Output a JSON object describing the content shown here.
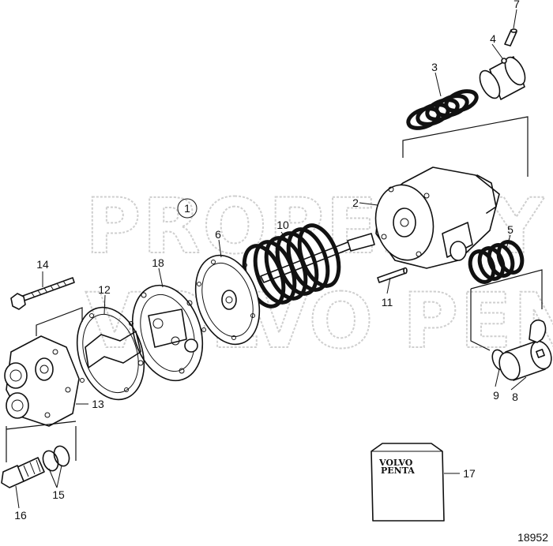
{
  "watermark": {
    "line1": "PROPERTY OF",
    "line2": "VOLVO PENTA"
  },
  "reference_number": "18952",
  "assembly_marker": "1",
  "callouts": [
    {
      "id": "2",
      "label": "2"
    },
    {
      "id": "3",
      "label": "3"
    },
    {
      "id": "4",
      "label": "4"
    },
    {
      "id": "5",
      "label": "5"
    },
    {
      "id": "6",
      "label": "6"
    },
    {
      "id": "7",
      "label": "7"
    },
    {
      "id": "8",
      "label": "8"
    },
    {
      "id": "9",
      "label": "9"
    },
    {
      "id": "10",
      "label": "10"
    },
    {
      "id": "11",
      "label": "11"
    },
    {
      "id": "12",
      "label": "12"
    },
    {
      "id": "13",
      "label": "13"
    },
    {
      "id": "14",
      "label": "14"
    },
    {
      "id": "15",
      "label": "15"
    },
    {
      "id": "16",
      "label": "16"
    },
    {
      "id": "17",
      "label": "17"
    },
    {
      "id": "18",
      "label": "18"
    }
  ],
  "kit_logo": {
    "line1": "VOLVO",
    "line2": "PENTA"
  },
  "colors": {
    "ink": "#111111",
    "watermark": "#cfcfcf",
    "background": "#ffffff"
  }
}
